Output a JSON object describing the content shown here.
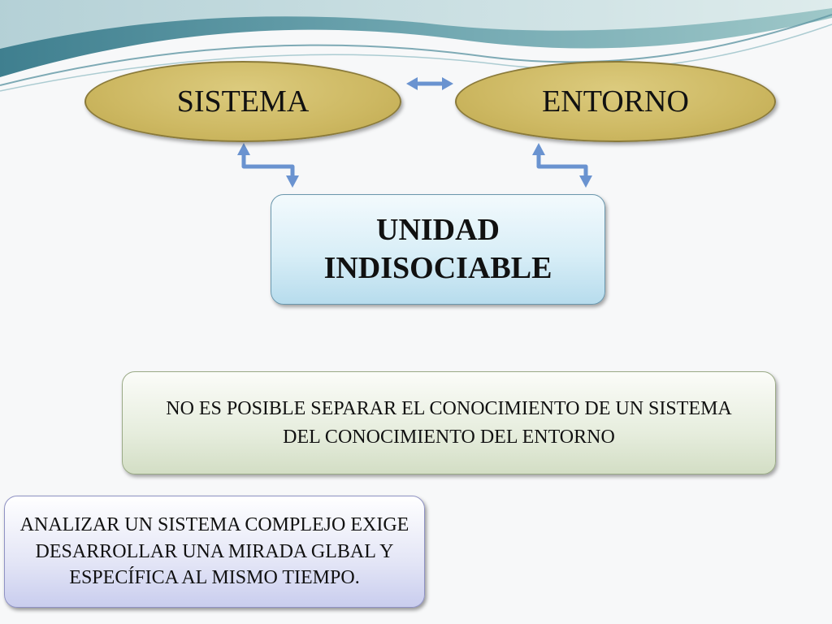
{
  "diagram": {
    "nodes": {
      "sistema": "SISTEMA",
      "entorno": "ENTORNO",
      "unidad": "UNIDAD INDISOCIABLE",
      "separar": "NO ES POSIBLE SEPARAR EL CONOCIMIENTO DE UN SISTEMA DEL CONOCIMIENTO DEL ENTORNO",
      "analizar": "ANALIZAR  UN SISTEMA COMPLEJO EXIGE DESARROLLAR UNA MIRADA GLBAL Y ESPECÍFICA AL MISMO TIEMPO."
    },
    "edges": [
      {
        "from": "sistema",
        "to": "entorno",
        "direction": "both"
      },
      {
        "from": "sistema",
        "to": "unidad",
        "direction": "both"
      },
      {
        "from": "entorno",
        "to": "unidad",
        "direction": "both"
      }
    ],
    "colors": {
      "ellipse_fill": "#cdb862",
      "unidad_fill": "#d8eef7",
      "separar_fill": "#e6eddd",
      "analizar_fill": "#e3e5f6",
      "arrow": "#6a93d0"
    }
  }
}
